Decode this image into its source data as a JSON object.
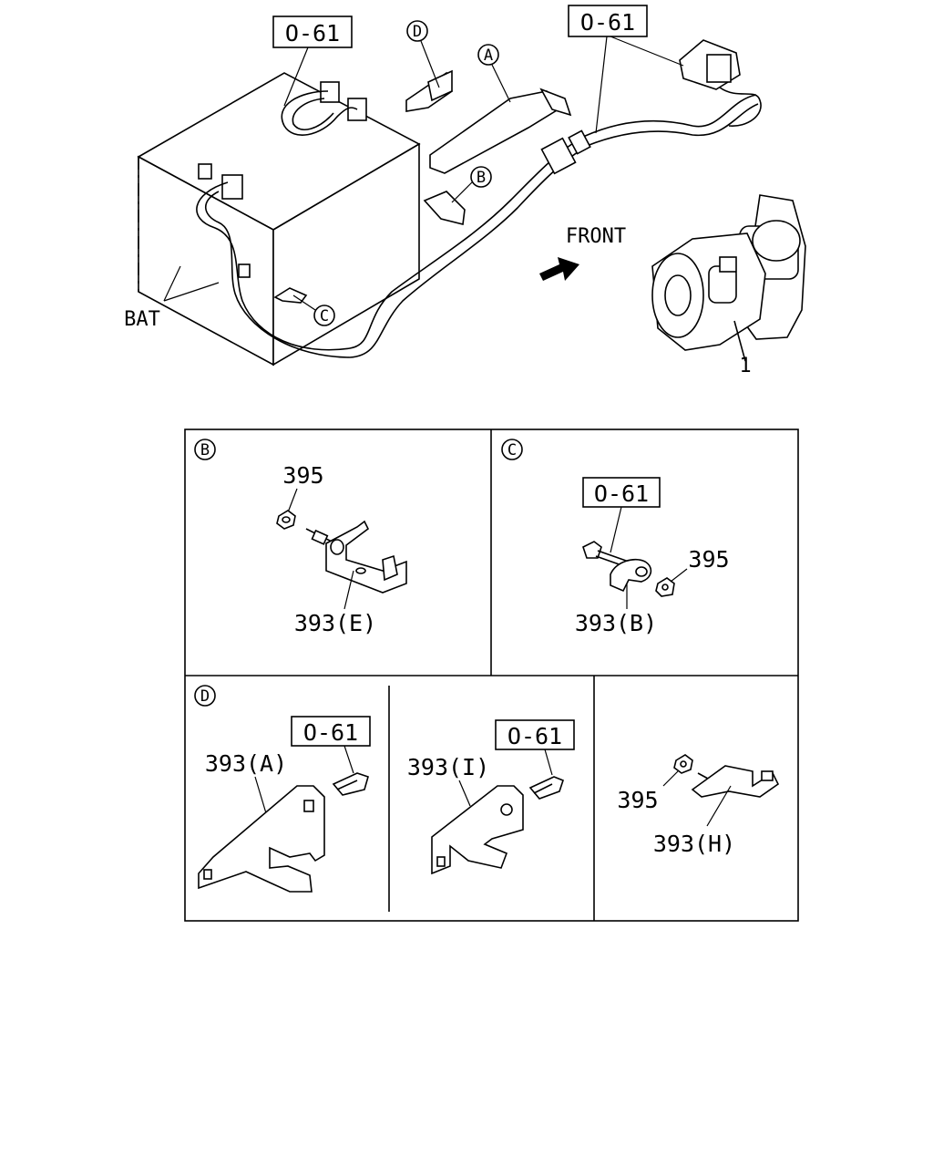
{
  "refs": {
    "o61": "O-61",
    "front": "FRONT",
    "bat": "BAT",
    "starter_no": "1"
  },
  "callouts": {
    "a": "A",
    "b": "B",
    "c": "C",
    "d": "D"
  },
  "panel_b": {
    "tag": "B",
    "nut": "395",
    "bracket": "393(E)"
  },
  "panel_c": {
    "tag": "C",
    "ref": "O-61",
    "nut": "395",
    "bracket": "393(B)"
  },
  "panel_d": {
    "tag": "D",
    "left_ref": "O-61",
    "left_bracket": "393(A)",
    "mid_ref": "O-61",
    "mid_bracket": "393(I)"
  },
  "panel_h": {
    "nut": "395",
    "bracket": "393(H)"
  }
}
